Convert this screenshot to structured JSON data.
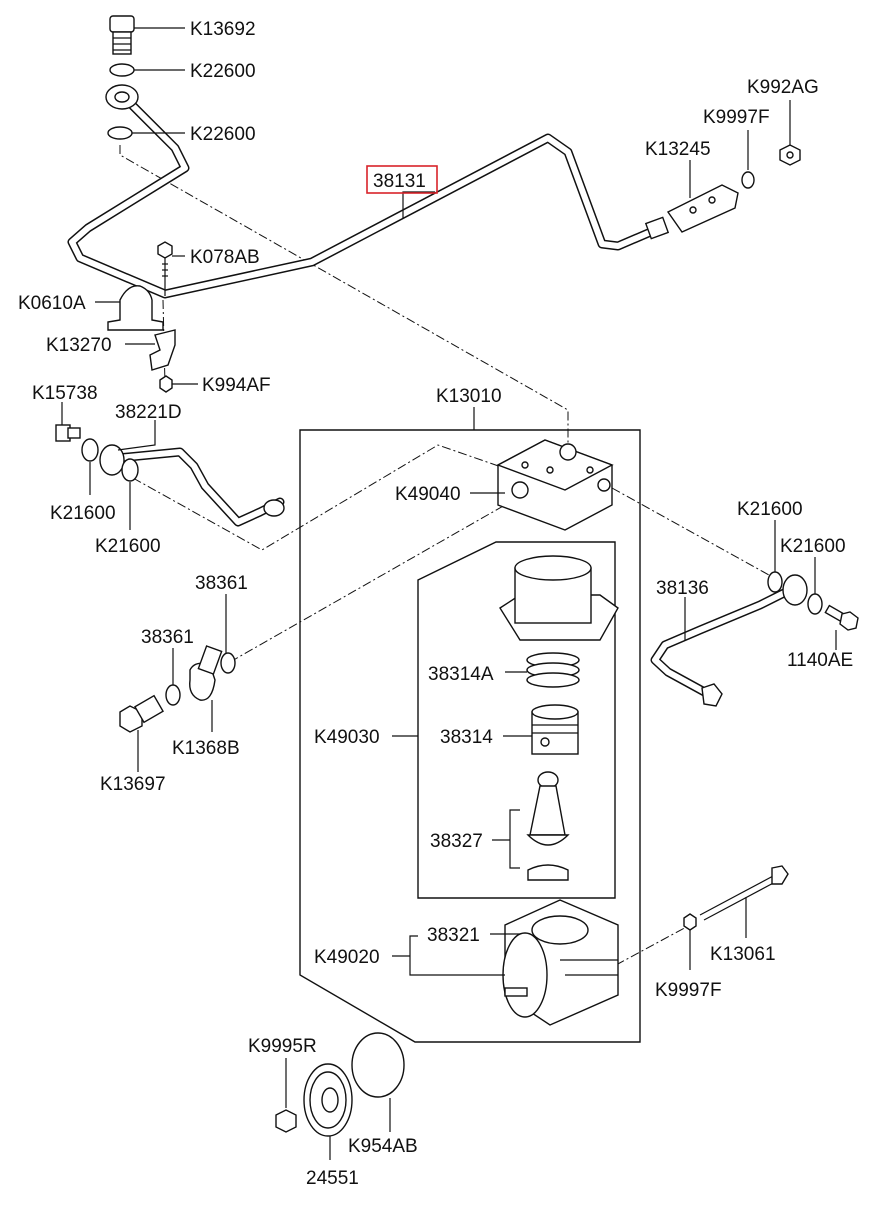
{
  "labels": {
    "k13692": "K13692",
    "k22600a": "K22600",
    "k22600b": "K22600",
    "k992ag": "K992AG",
    "k9997f_top": "K9997F",
    "k13245": "K13245",
    "p38131": "38131",
    "k078ab": "K078AB",
    "k0610a": "K0610A",
    "k13270": "K13270",
    "k994af": "K994AF",
    "k15738": "K15738",
    "p38221d": "38221D",
    "k21600_left1": "K21600",
    "k21600_left2": "K21600",
    "k13010": "K13010",
    "k49040": "K49040",
    "k21600_right1": "K21600",
    "k21600_right2": "K21600",
    "p38136": "38136",
    "k1140ae": "1140AE",
    "p38361a": "38361",
    "p38361b": "38361",
    "k1368b": "K1368B",
    "k13697": "K13697",
    "p38314a": "38314A",
    "k49030": "K49030",
    "p38314": "38314",
    "p38327": "38327",
    "p38321": "38321",
    "k49020": "K49020",
    "k13061": "K13061",
    "k9997f_bottom": "K9997F",
    "k9995r": "K9995R",
    "k954ab": "K954AB",
    "p24551": "24551"
  },
  "highlight": {
    "part": "38131",
    "color": "#d9232a"
  }
}
